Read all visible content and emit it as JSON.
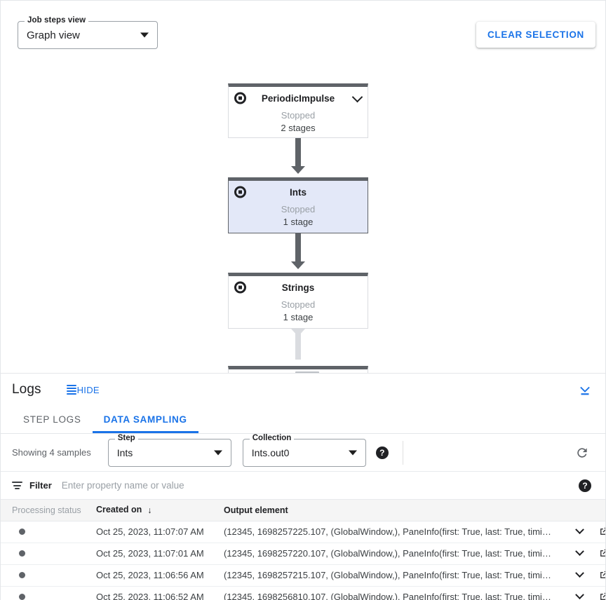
{
  "toolbar": {
    "view_select_label": "Job steps view",
    "view_select_value": "Graph view",
    "clear_selection_label": "CLEAR SELECTION"
  },
  "graph": {
    "nodes": [
      {
        "title": "PeriodicImpulse",
        "status": "Stopped",
        "stages": "2 stages",
        "selected": false,
        "has_chevron": true
      },
      {
        "title": "Ints",
        "status": "Stopped",
        "stages": "1 stage",
        "selected": true,
        "has_chevron": false
      },
      {
        "title": "Strings",
        "status": "Stopped",
        "stages": "1 stage",
        "selected": false,
        "has_chevron": false
      }
    ]
  },
  "logs": {
    "title": "Logs",
    "hide_label": "HIDE",
    "tabs": [
      {
        "label": "STEP LOGS",
        "active": false
      },
      {
        "label": "DATA SAMPLING",
        "active": true
      }
    ]
  },
  "controls": {
    "showing_text": "Showing 4 samples",
    "step_label": "Step",
    "step_value": "Ints",
    "collection_label": "Collection",
    "collection_value": "Ints.out0",
    "help_glyph": "?"
  },
  "filter": {
    "label": "Filter",
    "placeholder": "Enter property name or value",
    "value": ""
  },
  "table": {
    "columns": [
      "Processing status",
      "Created on",
      "Output element"
    ],
    "sort_column": "Created on",
    "sort_direction": "↓",
    "rows": [
      {
        "created_on": "Oct 25, 2023, 11:07:07 AM",
        "output_element": "(12345, 1698257225.107, (GlobalWindow,), PaneInfo(first: True, last: True, timing…"
      },
      {
        "created_on": "Oct 25, 2023, 11:07:01 AM",
        "output_element": "(12345, 1698257220.107, (GlobalWindow,), PaneInfo(first: True, last: True, timing…"
      },
      {
        "created_on": "Oct 25, 2023, 11:06:56 AM",
        "output_element": "(12345, 1698257215.107, (GlobalWindow,), PaneInfo(first: True, last: True, timing…"
      },
      {
        "created_on": "Oct 25, 2023, 11:06:52 AM",
        "output_element": "(12345, 1698256810.107, (GlobalWindow,), PaneInfo(first: True, last: True, timing…"
      }
    ]
  },
  "colors": {
    "accent": "#1a73e8",
    "node_selected_bg": "#e3e8f8",
    "node_bar": "#5f6368",
    "muted_text": "#9aa0a6"
  }
}
